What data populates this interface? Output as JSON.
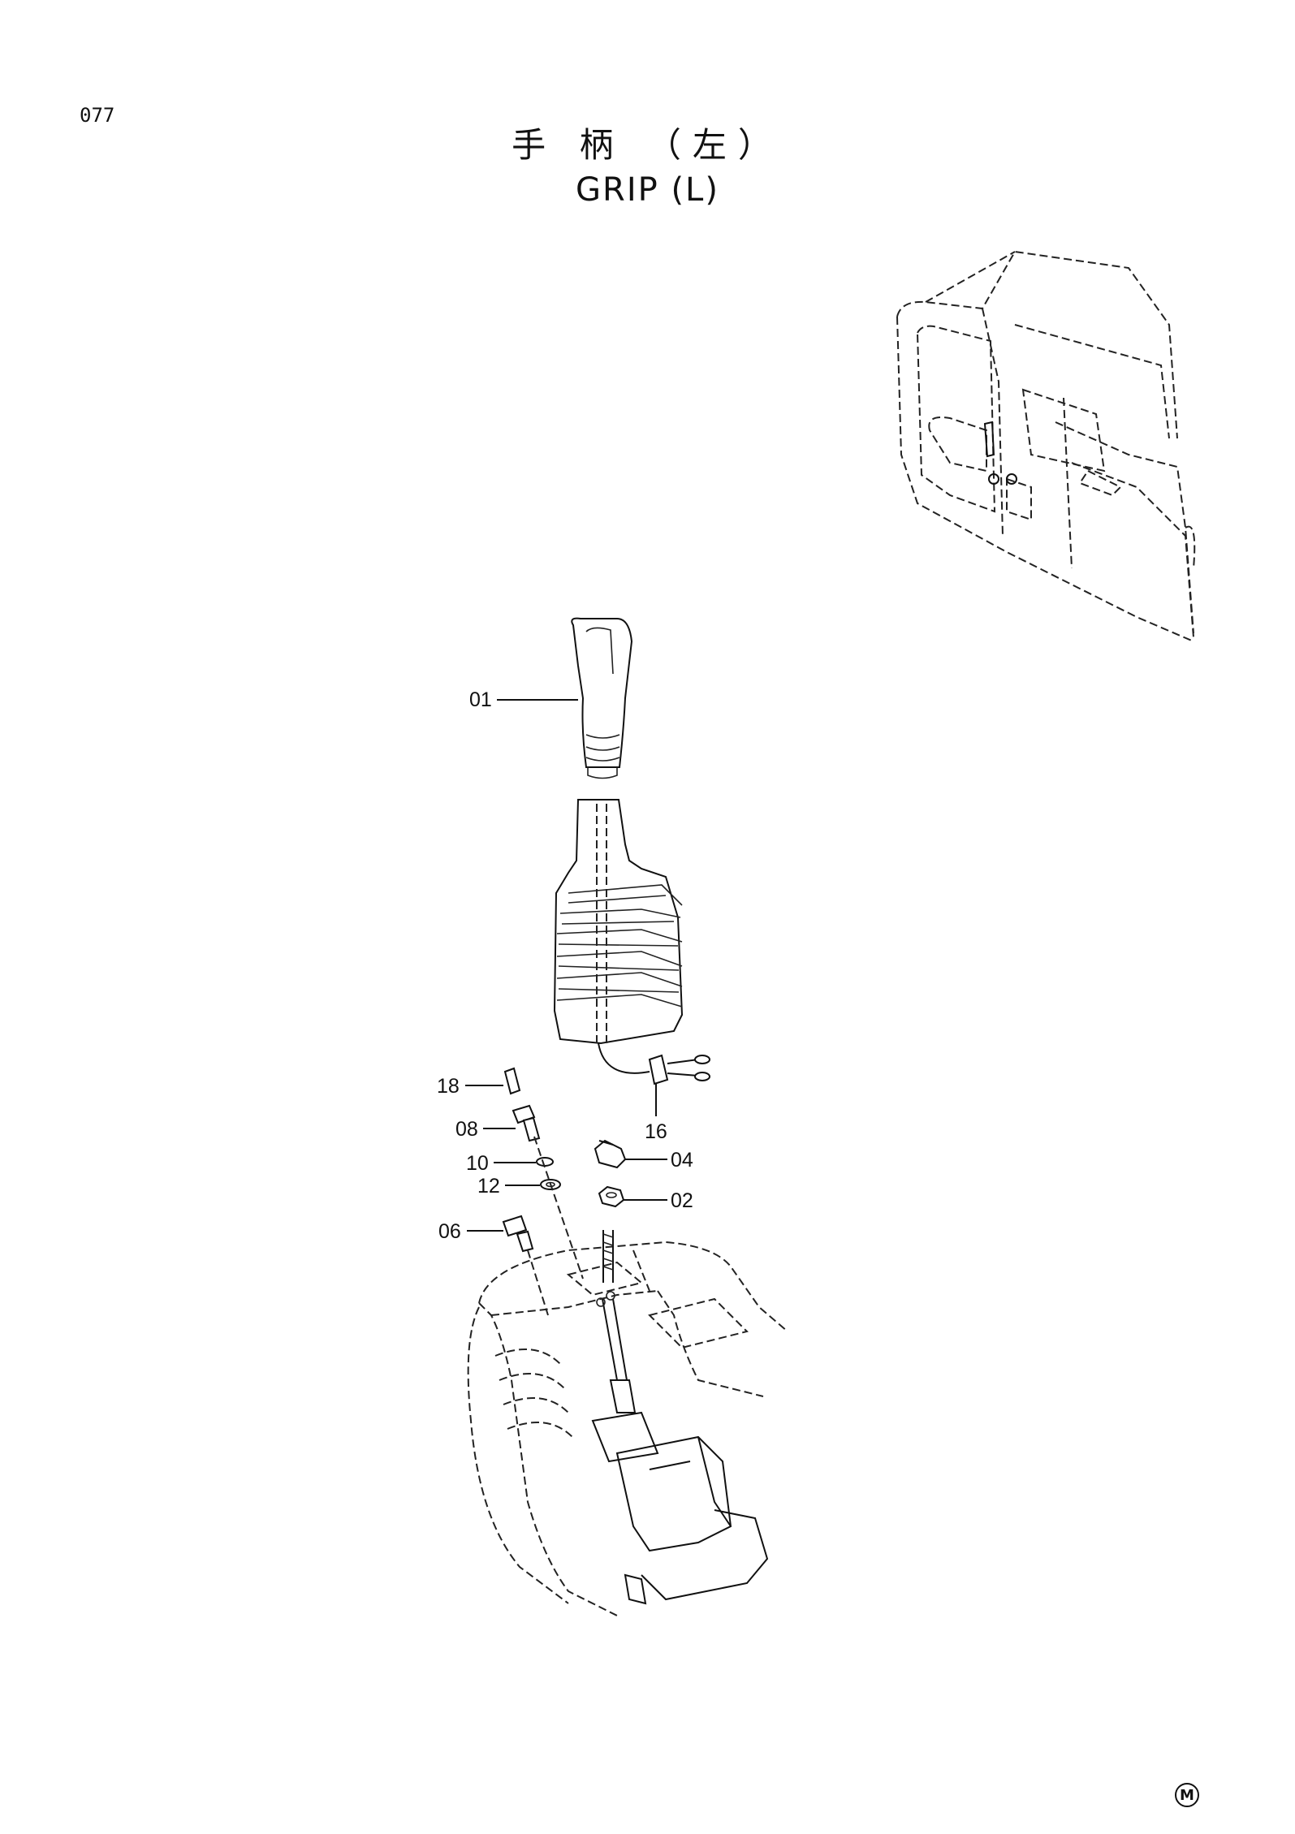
{
  "page": {
    "number": "077"
  },
  "title": {
    "chinese": "手 柄 （左）",
    "english": "GRIP (L)"
  },
  "callouts": [
    {
      "id": "01",
      "label": "01"
    },
    {
      "id": "02",
      "label": "02"
    },
    {
      "id": "04",
      "label": "04"
    },
    {
      "id": "06",
      "label": "06"
    },
    {
      "id": "08",
      "label": "08"
    },
    {
      "id": "10",
      "label": "10"
    },
    {
      "id": "12",
      "label": "12"
    },
    {
      "id": "16",
      "label": "16"
    },
    {
      "id": "18",
      "label": "18"
    }
  ],
  "footer": {
    "mark": "M"
  }
}
